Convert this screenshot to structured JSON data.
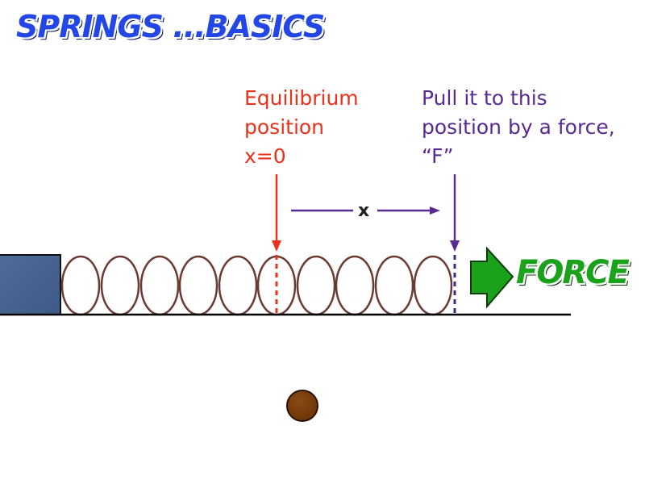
{
  "slide": {
    "title": "SPRINGS ...BASICS"
  },
  "equilibrium_label": {
    "line1": "Equilibrium",
    "line2": "position",
    "line3": "x=0"
  },
  "pull_label": {
    "line1": "Pull it to this",
    "line2": "position by a force,",
    "line3": "“F”"
  },
  "displacement_label": "x",
  "force_label": "FORCE",
  "colors": {
    "title": "#2347e6",
    "equilibrium": "#e8321b",
    "pull": "#5a2a93",
    "force_arrow": "#1aa31a",
    "spring": "#6b3a32",
    "wall": "#4a6590",
    "ball": "#7a3d0a"
  },
  "icons": {
    "wall": "wall-block",
    "spring": "coil-spring",
    "force_arrow": "arrow-right-icon",
    "ball": "ball-icon"
  }
}
